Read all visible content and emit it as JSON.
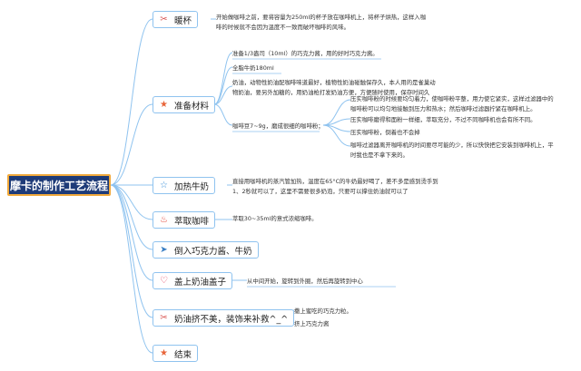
{
  "root": {
    "label": "摩卡的制作工艺流程"
  },
  "colors": {
    "root_bg": "#1e3b78",
    "root_border": "#f1a93b",
    "node_border": "#8fc3ef",
    "line": "#8fc3ef"
  },
  "branches": [
    {
      "label": "暖杯",
      "icon": "tools-icon"
    },
    {
      "label": "准备材料",
      "icon": "star-icon"
    },
    {
      "label": "加热牛奶",
      "icon": "star-outline-icon"
    },
    {
      "label": "萃取咖啡",
      "icon": "flame-icon"
    },
    {
      "label": "倒入巧克力酱、牛奶",
      "icon": "send-icon"
    },
    {
      "label": "盖上奶油盖子",
      "icon": "heart-icon"
    },
    {
      "label": "奶油挤不美，装饰来补救^_^",
      "icon": "tools-icon"
    },
    {
      "label": "结束",
      "icon": "star-icon"
    }
  ],
  "leaves": {
    "warm_cup": [
      "开始做咖啡之前，要将容量为250ml的杯子放在咖啡机上，将杯子烘热，这样入咖",
      "啡的时候就不会因为温度不一致而破坏咖啡的风味。"
    ],
    "chocolate": "准备1/3盎司（10ml）的巧克力酱，用的好时巧克力酱。",
    "milk": "全脂牛奶180ml",
    "cream": [
      "奶油，动物性奶油配咖啡味道最好，植物性奶油碰触保存久，本人用的是雀巢动",
      "物奶油，要另外加糖的，用奶油枪打发奶油方便，方便随时使用，保存时间久"
    ],
    "beans": "咖啡豆7~9g，磨成很细的咖啡粉；",
    "tips": [
      [
        "压实咖啡粉的时候要均匀着力，使咖啡粉平整，用力使它紧实，这样过滤器中的",
        "咖啡粉可以均匀地接触到压力和热水；然后咖啡过滤器拧紧在咖啡机上。"
      ],
      "压实咖啡磨得和面粉一样细，萃取充分，不过不同咖啡机也会有所不同。",
      "压实咖啡粉，倒着也不会掉",
      [
        "咖啡过滤器离开咖啡机的时间要尽可能的少，所以快快把它安装到咖啡机上，平",
        "时我也是不拿下来的。"
      ]
    ],
    "heat_milk": [
      "直接用咖啡机的蒸汽管加热，温度在65°C的牛奶最好喝了，差不多是感到烫手到",
      "1、2秒就可以了，这里不需要很多奶泡，只要可以撑住奶油就可以了"
    ],
    "extract": "萃取30~35ml的意式浓缩咖啡。",
    "cover": "从中间开始，旋转到外圈，然后再旋转到中心",
    "decor": [
      "撒上蜜吃的巧克力粒。",
      "挤上巧克力酱"
    ]
  }
}
